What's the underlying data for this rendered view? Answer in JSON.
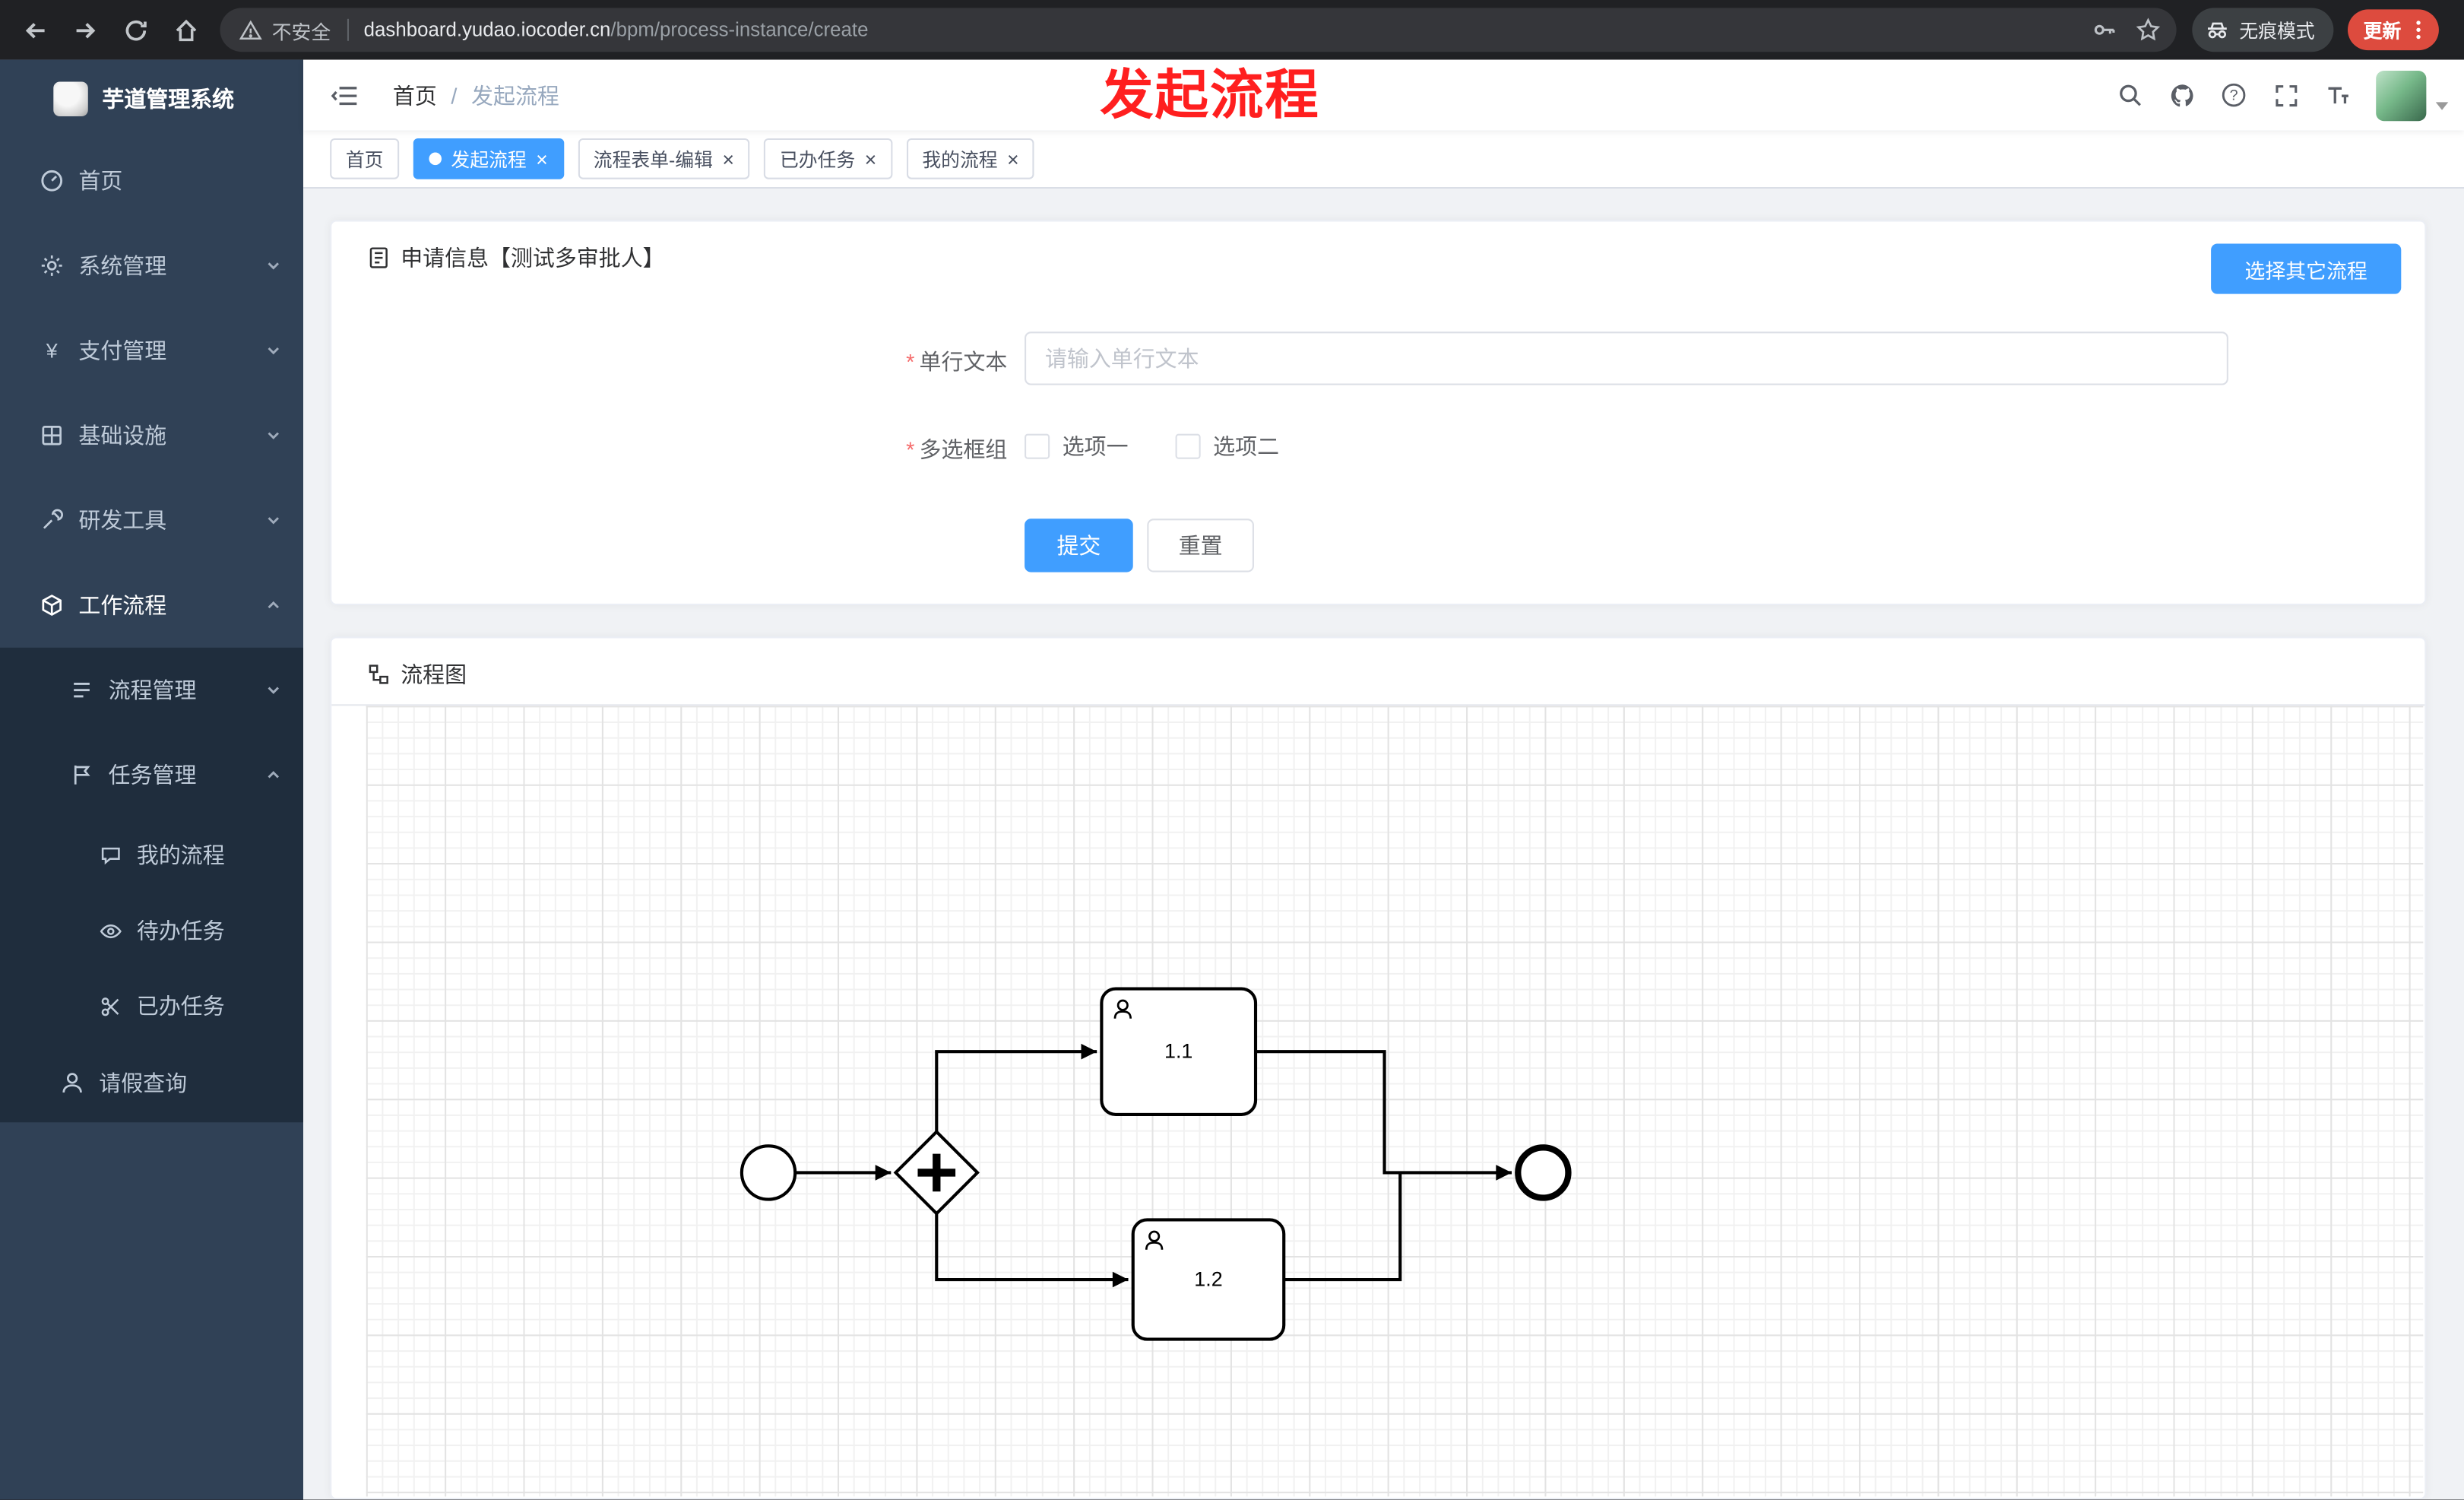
{
  "browser": {
    "security_label": "不安全",
    "url_host": "dashboard.yudao.iocoder.cn",
    "url_path": "/bpm/process-instance/create",
    "incognito_label": "无痕模式",
    "update_label": "更新"
  },
  "annotation": {
    "text": "发起流程"
  },
  "glyphs": {
    "close": "×",
    "slash": "/",
    "required": "*",
    "help": "?",
    "yen": "¥"
  },
  "sidebar": {
    "title": "芋道管理系统",
    "items": [
      {
        "label": "首页"
      },
      {
        "label": "系统管理"
      },
      {
        "label": "支付管理"
      },
      {
        "label": "基础设施"
      },
      {
        "label": "研发工具"
      },
      {
        "label": "工作流程"
      }
    ],
    "groups": [
      {
        "label": "流程管理"
      },
      {
        "label": "任务管理"
      }
    ],
    "children": [
      {
        "label": "我的流程"
      },
      {
        "label": "待办任务"
      },
      {
        "label": "已办任务"
      }
    ],
    "leaf": {
      "label": "请假查询"
    }
  },
  "header": {
    "breadcrumb_home": "首页",
    "breadcrumb_current": "发起流程"
  },
  "tabs": [
    {
      "label": "首页",
      "active": false
    },
    {
      "label": "发起流程",
      "active": true
    },
    {
      "label": "流程表单-编辑",
      "active": false
    },
    {
      "label": "已办任务",
      "active": false
    },
    {
      "label": "我的流程",
      "active": false
    }
  ],
  "form_card": {
    "title": "申请信息【测试多审批人】",
    "action_button": "选择其它流程",
    "field_text": {
      "label": "单行文本",
      "placeholder": "请输入单行文本"
    },
    "field_checkbox": {
      "label": "多选框组",
      "options": [
        {
          "label": "选项一"
        },
        {
          "label": "选项二"
        }
      ]
    },
    "submit": "提交",
    "reset": "重置"
  },
  "diagram_card": {
    "title": "流程图",
    "nodes": {
      "task1": "1.1",
      "task2": "1.2"
    }
  },
  "colors": {
    "accent": "#409eff",
    "sidebar_bg": "#304156",
    "submenu_bg": "#1f2d3d",
    "content_bg": "#f0f2f5",
    "update_pill": "#dd4b3e",
    "annotation": "#ff1f1f"
  }
}
